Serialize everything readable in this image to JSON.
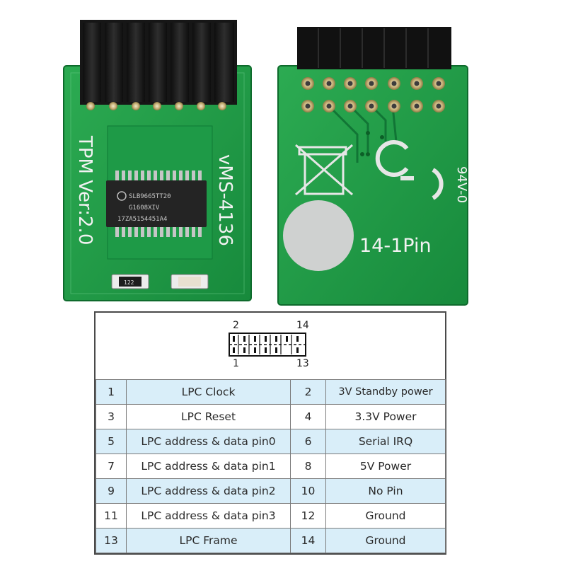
{
  "photo": {
    "front": {
      "silkscreen_model": "vMS-4136",
      "silkscreen_name": "TPM Ver:2.0",
      "chip_lines": [
        "SLB9665TT20",
        "G1608XIV",
        "17ZA5154451A4"
      ],
      "resistor_label": "122"
    },
    "back": {
      "rating_mark": "94V-0",
      "ce_mark": "CE",
      "pin_label": "14-1Pin"
    },
    "colors": {
      "pcb": "#1f9a45",
      "connector": "#1b1b1b",
      "gold": "#c9b37a"
    }
  },
  "pinout": {
    "diagram_labels": {
      "top_left": "2",
      "top_right": "14",
      "bottom_left": "1",
      "bottom_right": "13"
    },
    "rows": [
      {
        "pin_a": "1",
        "fn_a": "LPC Clock",
        "pin_b": "2",
        "fn_b": "3V Standby power"
      },
      {
        "pin_a": "3",
        "fn_a": "LPC Reset",
        "pin_b": "4",
        "fn_b": "3.3V Power"
      },
      {
        "pin_a": "5",
        "fn_a": "LPC address & data pin0",
        "pin_b": "6",
        "fn_b": "Serial IRQ"
      },
      {
        "pin_a": "7",
        "fn_a": "LPC address & data pin1",
        "pin_b": "8",
        "fn_b": "5V Power"
      },
      {
        "pin_a": "9",
        "fn_a": "LPC address & data pin2",
        "pin_b": "10",
        "fn_b": "No Pin"
      },
      {
        "pin_a": "11",
        "fn_a": "LPC address & data pin3",
        "pin_b": "12",
        "fn_b": "Ground"
      },
      {
        "pin_a": "13",
        "fn_a": "LPC Frame",
        "pin_b": "14",
        "fn_b": "Ground"
      }
    ],
    "colors": {
      "row_alt": "#d9eef9",
      "border": "#7a7a7a"
    }
  }
}
